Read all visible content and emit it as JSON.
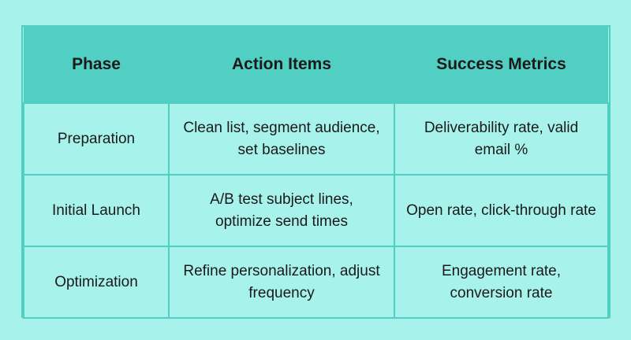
{
  "table": {
    "headers": [
      "Phase",
      "Action Items",
      "Success Metrics"
    ],
    "rows": [
      [
        "Preparation",
        "Clean list, segment audience, set baselines",
        "Deliverability rate, valid email %"
      ],
      [
        "Initial Launch",
        "A/B test subject lines, optimize send times",
        "Open rate, click-through rate"
      ],
      [
        "Optimization",
        "Refine personalization, adjust frequency",
        "Engagement rate, conversion rate"
      ]
    ]
  },
  "colors": {
    "background": "#a8f2ec",
    "header_background": "#52cfc3",
    "border": "#52cfc3",
    "text": "#1a1a1a"
  }
}
